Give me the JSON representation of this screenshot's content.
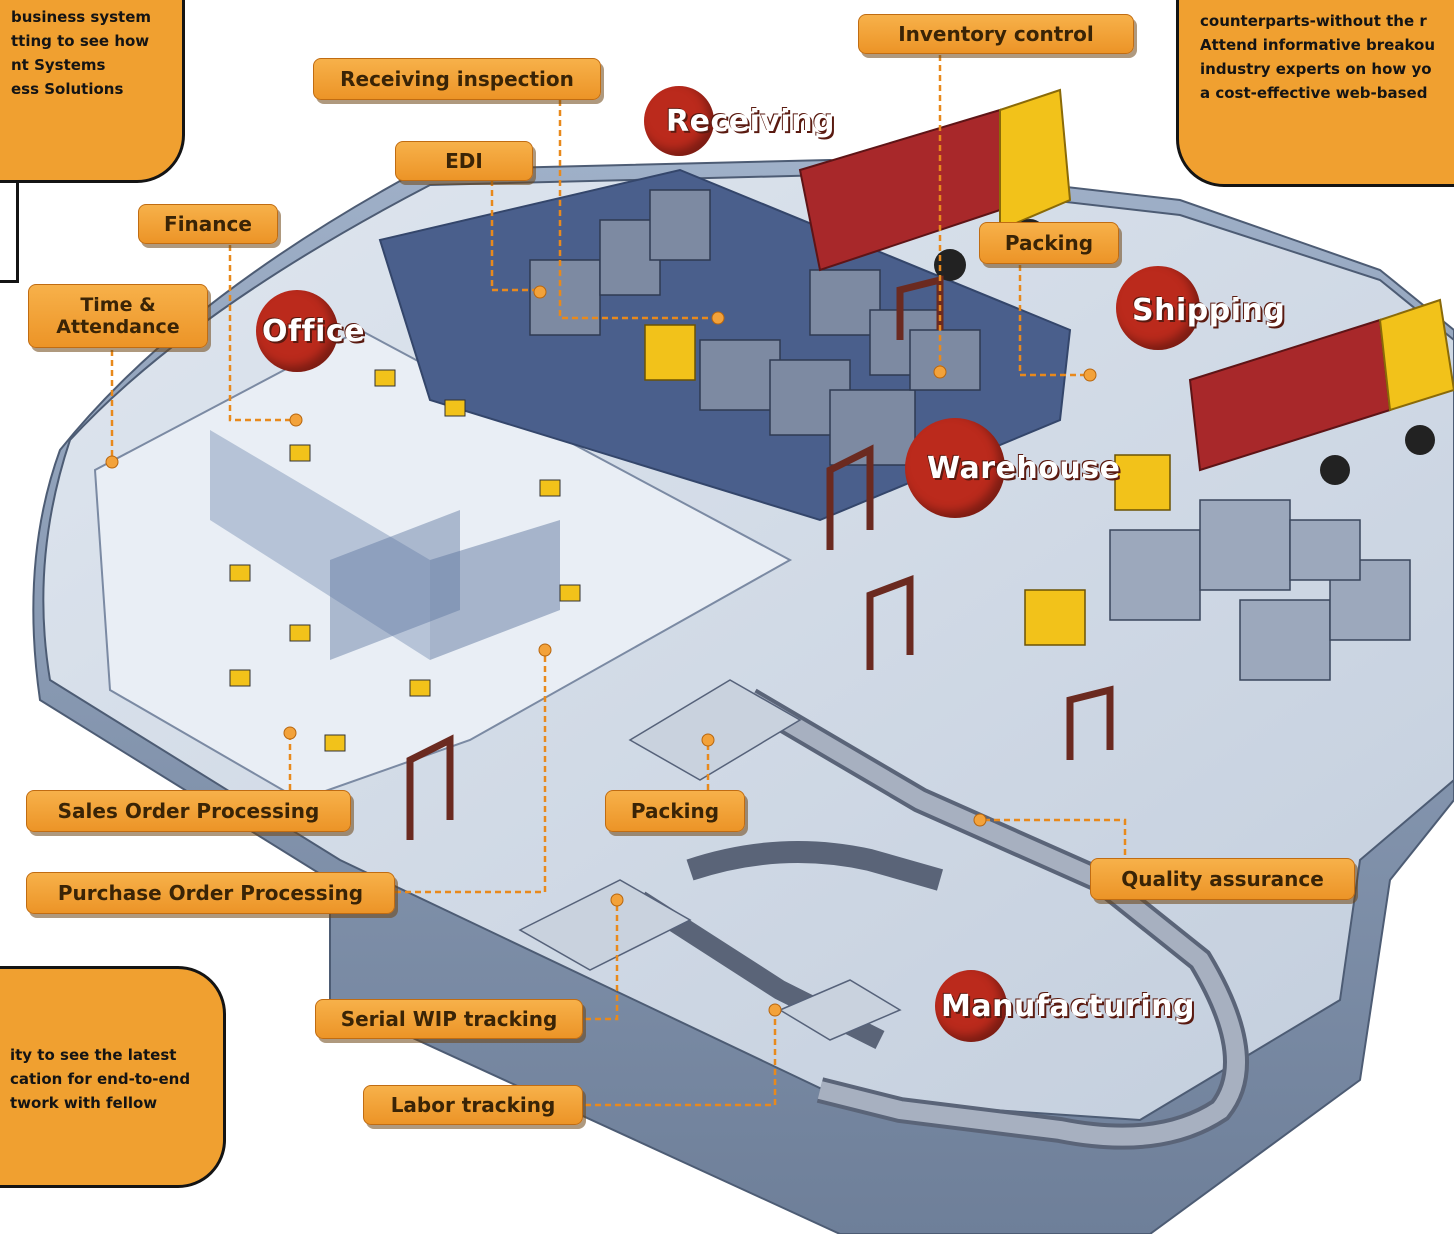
{
  "callouts": {
    "top_left": [
      "business system",
      "tting to see how",
      "nt Systems",
      "ess Solutions"
    ],
    "top_right": [
      "counterparts-without the r",
      "Attend informative breakou",
      "industry experts on how yo",
      "a cost-effective web-based"
    ],
    "bottom_left": [
      "ity to see the latest",
      "cation for end-to-end",
      "twork with fellow"
    ]
  },
  "labels": {
    "inventory_control": "Inventory control",
    "receiving_inspection": "Receiving inspection",
    "edi": "EDI",
    "finance": "Finance",
    "time_attendance": "Time & Attendance",
    "packing_warehouse": "Packing",
    "sales_order_processing": "Sales Order Processing",
    "purchase_order_processing": "Purchase Order Processing",
    "packing_manufacturing": "Packing",
    "quality_assurance": "Quality assurance",
    "serial_wip_tracking": "Serial WIP tracking",
    "labor_tracking": "Labor tracking"
  },
  "zones": {
    "receiving": "Receiving",
    "office": "Office",
    "shipping": "Shipping",
    "warehouse": "Warehouse",
    "manufacturing": "Manufacturing"
  },
  "colors": {
    "label_orange": "#f0a030",
    "zone_red": "#bb2a1c",
    "floor_blue": "#b9c6d8",
    "truck_red": "#a8282a",
    "truck_yellow": "#f2c21a",
    "leader_line": "#e8891c"
  }
}
